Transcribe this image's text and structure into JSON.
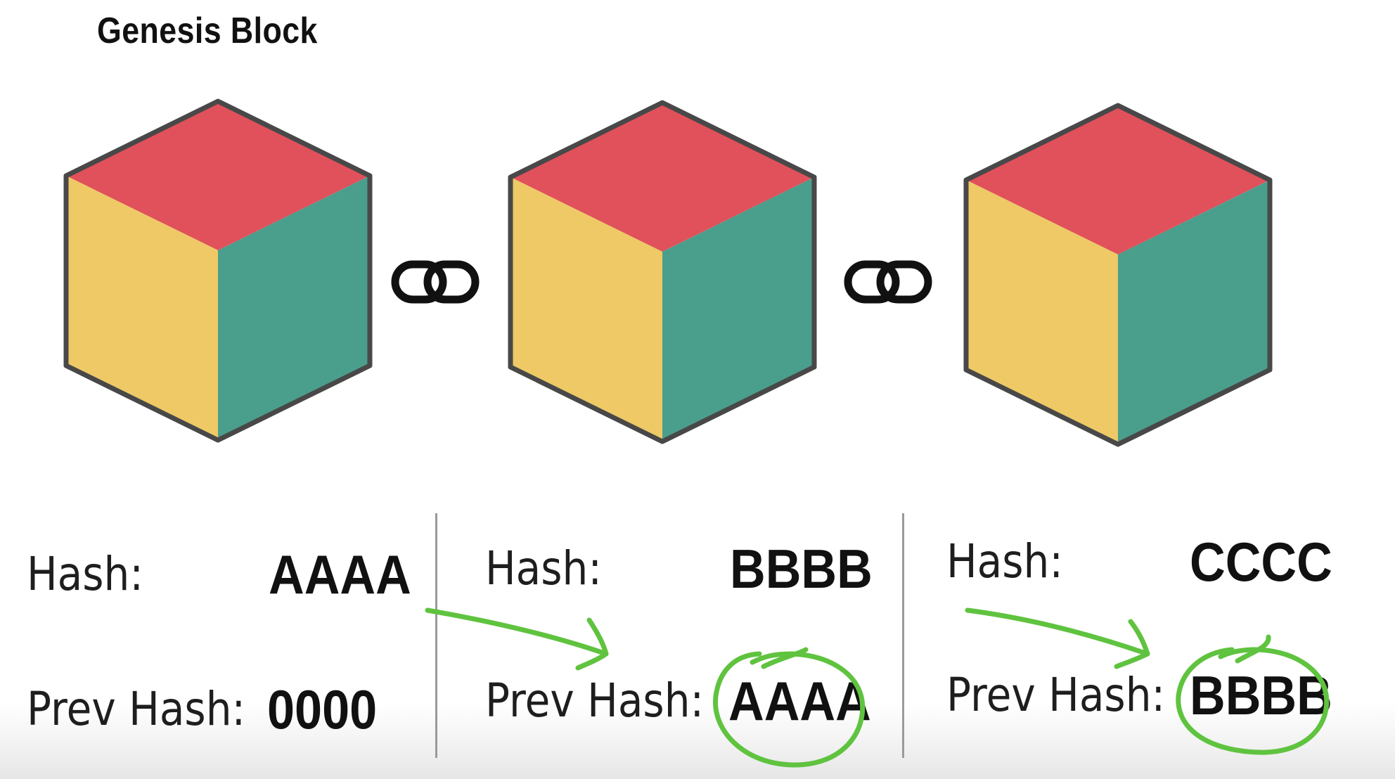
{
  "title": "Genesis Block",
  "colors": {
    "cube_top": "#e0515b",
    "cube_left": "#eec966",
    "cube_right": "#4a9e8c",
    "outline": "#484848",
    "annotation": "#5fc33f"
  },
  "icons": {
    "link": "chain-link-icon"
  },
  "blocks": [
    {
      "hash_label": "Hash:",
      "hash_value": "AAAA",
      "prev_label": "Prev Hash:",
      "prev_value": "0000"
    },
    {
      "hash_label": "Hash:",
      "hash_value": "BBBB",
      "prev_label": "Prev Hash:",
      "prev_value": "AAAA"
    },
    {
      "hash_label": "Hash:",
      "hash_value": "CCCC",
      "prev_label": "Prev Hash:",
      "prev_value": "BBBB"
    }
  ]
}
